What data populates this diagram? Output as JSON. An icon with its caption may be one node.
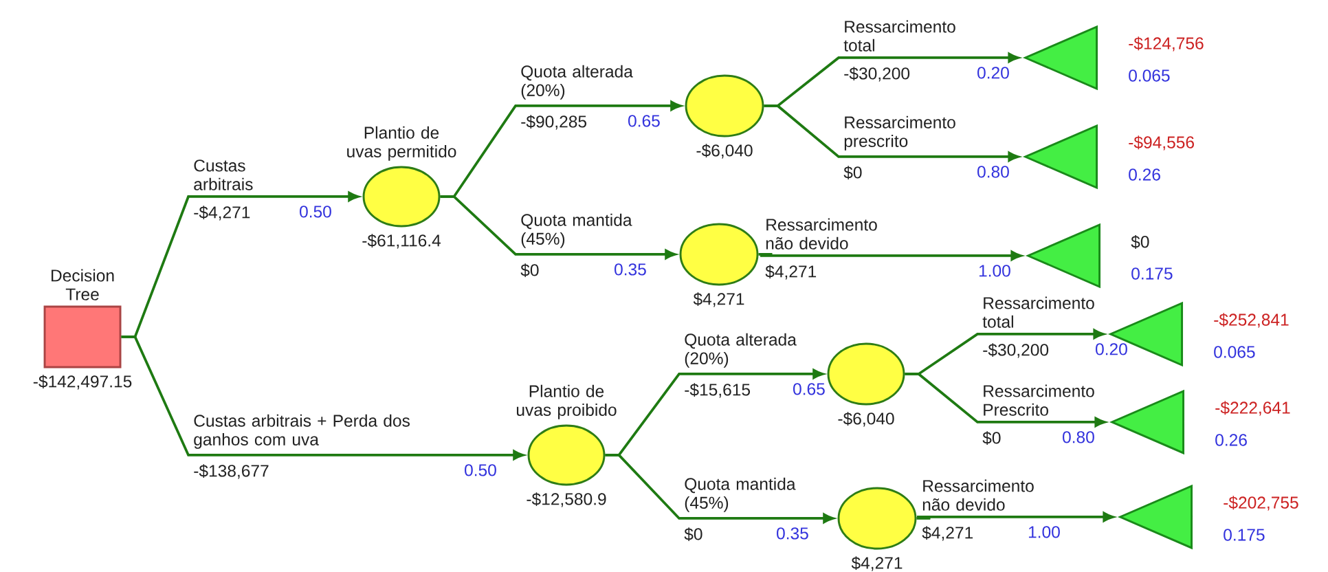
{
  "diagram": {
    "nodes": [
      {
        "text": [
          "Decision Tree"
        ],
        "beside": [
          "-$142,497.15"
        ]
      },
      {
        "text": [
          "Plantio de uvas permitido"
        ],
        "beside": [
          "-$61,116.4"
        ]
      },
      {
        "text": [],
        "shape": "circle",
        "beside": [
          "-$6,040"
        ]
      },
      {
        "text": [],
        "shape": "triangle",
        "beside": [
          "-$124,756",
          "0.065"
        ]
      },
      {
        "text": [],
        "shape": "triangle",
        "beside": [
          "-$94,556",
          "0.26"
        ]
      },
      {
        "text": [],
        "shape": "circle",
        "beside": [
          "$4,271"
        ]
      },
      {
        "text": [],
        "shape": "triangle",
        "beside": [
          "$0",
          "0.175"
        ]
      },
      {
        "text": [
          "Plantio de uvas proibido"
        ],
        "beside": [
          "-$12,580.9"
        ]
      },
      {
        "text": [],
        "shape": "circle",
        "beside": [
          "-$6,040"
        ]
      },
      {
        "text": [],
        "shape": "triangle",
        "beside": [
          "-$252,841",
          "0.065"
        ]
      },
      {
        "text": [],
        "shape": "triangle",
        "beside": [
          "-$222,641",
          "0.26"
        ]
      },
      {
        "text": [],
        "shape": "circle",
        "beside": [
          "$4,271"
        ]
      },
      {
        "text": [],
        "shape": "triangle",
        "beside": [
          "-$202,755",
          "0.175"
        ]
      }
    ],
    "edges": [
      {
        "from": 0,
        "to": 1,
        "arrow": "to",
        "label": "Custas arbitrais"
      },
      {
        "from": 1,
        "to": 2,
        "arrow": "to",
        "label": "Quota alterada (20%)"
      },
      {
        "from": 2,
        "to": 3,
        "arrow": "to",
        "label": "Ressarcimento total"
      },
      {
        "from": 2,
        "to": 4,
        "arrow": "to",
        "label": "Ressarcimento prescrito"
      },
      {
        "from": 1,
        "to": 5,
        "arrow": "to",
        "label": "Quota mantida (45%)"
      },
      {
        "from": 5,
        "to": 6,
        "arrow": "to",
        "label": "Ressarcimento não devido"
      },
      {
        "from": 0,
        "to": 7,
        "arrow": "to",
        "label": "Custas arbitrais + Perda dos ganhos com uva"
      },
      {
        "from": 7,
        "to": 8,
        "arrow": "to",
        "label": "Quota alterada (20%)"
      },
      {
        "from": 8,
        "to": 9,
        "arrow": "to",
        "label": "Ressarcimento total"
      },
      {
        "from": 8,
        "to": 10,
        "arrow": "to",
        "label": "Ressarcimento Prescrito"
      },
      {
        "from": 7,
        "to": 11,
        "arrow": "to",
        "label": "Quota mantida (45%)"
      },
      {
        "from": 11,
        "to": 12,
        "arrow": "to",
        "label": "Ressarcimento não devido"
      }
    ],
    "labels": [
      "-$4,271",
      "0.50",
      "-$90,285",
      "0.65",
      "-$30,200",
      "0.20",
      "$0",
      "0.80",
      "$0",
      "0.35",
      "$4,271",
      "1.00",
      "-$138,677",
      "0.50",
      "-$15,615",
      "0.65",
      "-$30,200",
      "0.20",
      "$0",
      "0.80",
      "$0",
      "0.35",
      "$4,271",
      "1.00"
    ]
  }
}
